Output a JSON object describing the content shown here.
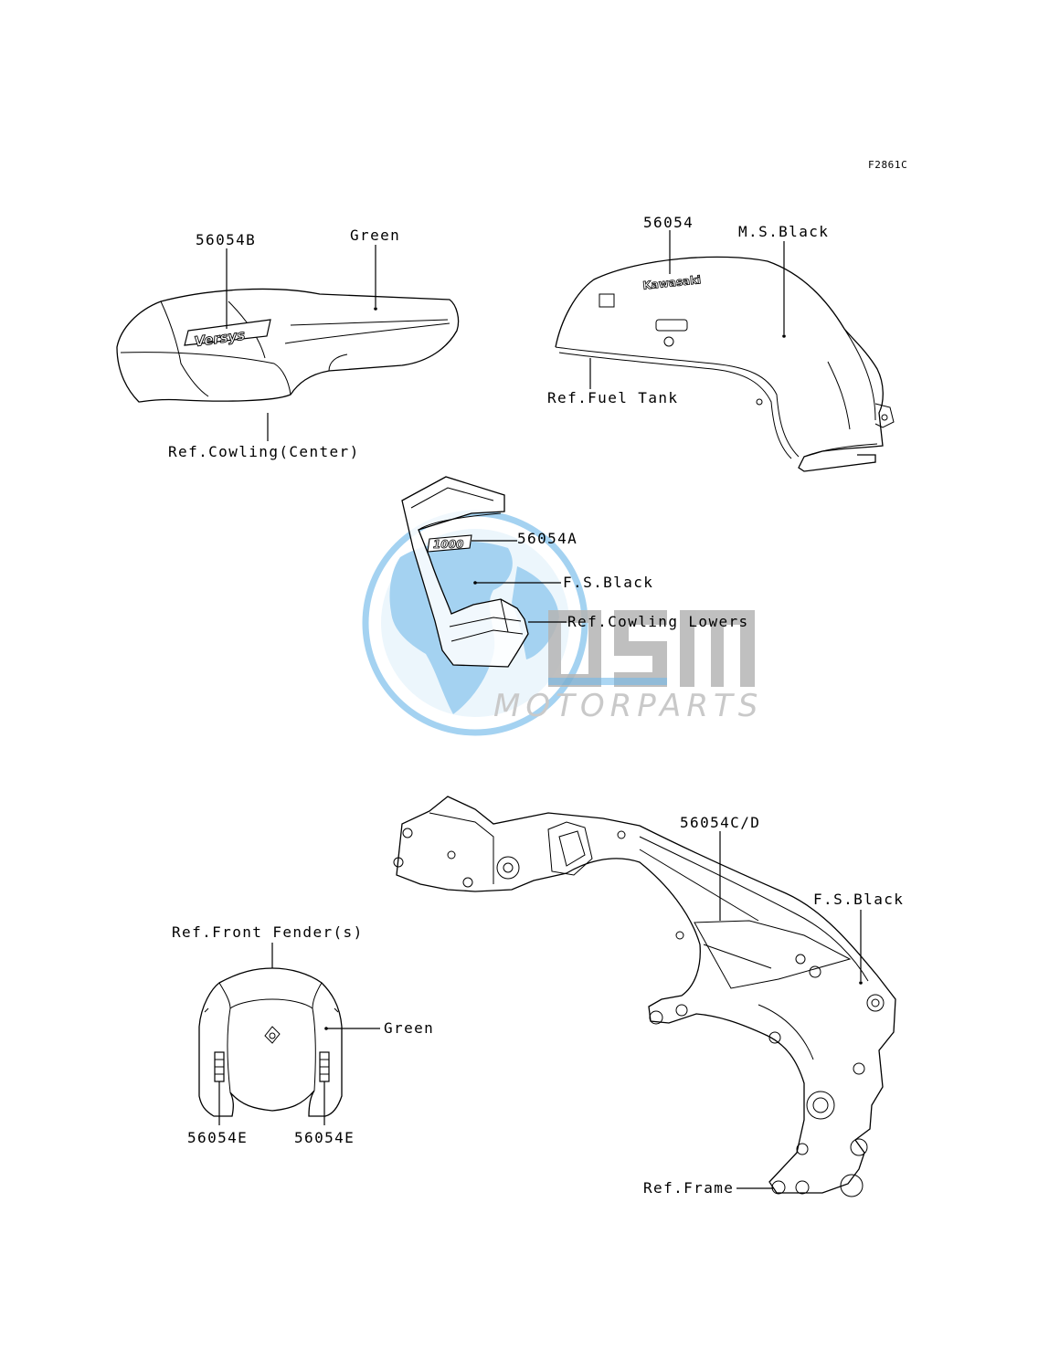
{
  "figure_code": "F2861C",
  "watermark": {
    "logo_text": "OSM",
    "sub_text": "MOTORPARTS",
    "globe_color": "#5aaee6",
    "letter_color": "#b5b5b5"
  },
  "decal_texts": {
    "versys": "Versys",
    "kawasaki": "Kawasaki",
    "model_1000": "1000"
  },
  "labels": {
    "p56054B": "56054B",
    "green_center": "Green",
    "ref_cowling_center": "Ref.Cowling(Center)",
    "p56054": "56054",
    "ms_black": "M.S.Black",
    "ref_fuel_tank": "Ref.Fuel Tank",
    "p56054A": "56054A",
    "fs_black_lower": "F.S.Black",
    "ref_cowling_lowers": "Ref.Cowling Lowers",
    "p56054CD": "56054C/D",
    "fs_black_frame": "F.S.Black",
    "ref_front_fender": "Ref.Front Fender(s)",
    "green_fender": "Green",
    "p56054E_left": "56054E",
    "p56054E_right": "56054E",
    "ref_frame": "Ref.Frame"
  }
}
